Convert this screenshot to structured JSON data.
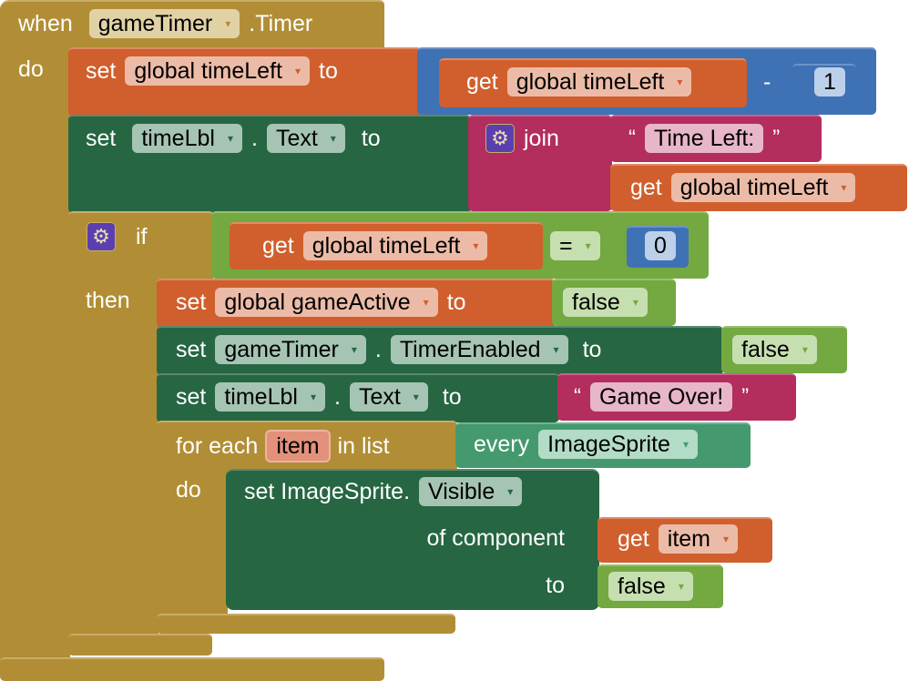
{
  "event": {
    "when": "when",
    "component": "gameTimer",
    "event": ".Timer",
    "do": "do"
  },
  "set1": {
    "set": "set",
    "var": "global timeLeft",
    "to": "to",
    "get": "get",
    "get_var": "global timeLeft",
    "op": "-",
    "num": "1"
  },
  "set2": {
    "set": "set",
    "component": "timeLbl",
    "dot": ".",
    "prop": "Text",
    "to": "to",
    "join": "join",
    "q_open": "“",
    "q_close": "”",
    "text": "Time Left:",
    "get": "get",
    "get_var": "global timeLeft"
  },
  "if": {
    "if": "if",
    "then": "then",
    "get": "get",
    "get_var": "global timeLeft",
    "op": "=",
    "num": "0"
  },
  "set3": {
    "set": "set",
    "var": "global gameActive",
    "to": "to",
    "value": "false"
  },
  "set4": {
    "set": "set",
    "component": "gameTimer",
    "dot": ".",
    "prop": "TimerEnabled",
    "to": "to",
    "value": "false"
  },
  "set5": {
    "set": "set",
    "component": "timeLbl",
    "dot": ".",
    "prop": "Text",
    "to": "to",
    "q_open": "“",
    "q_close": "”",
    "text": "Game Over!"
  },
  "foreach": {
    "for_each": "for each",
    "item": "item",
    "in_list": "in list",
    "do": "do",
    "every": "every",
    "every_comp": "ImageSprite"
  },
  "generic": {
    "set": "set ImageSprite.",
    "prop": "Visible",
    "of_component": "of component",
    "get": "get",
    "get_var": "item",
    "to": "to",
    "value": "false"
  },
  "dropdown_icon": "▾",
  "gear_icon": "⚙"
}
